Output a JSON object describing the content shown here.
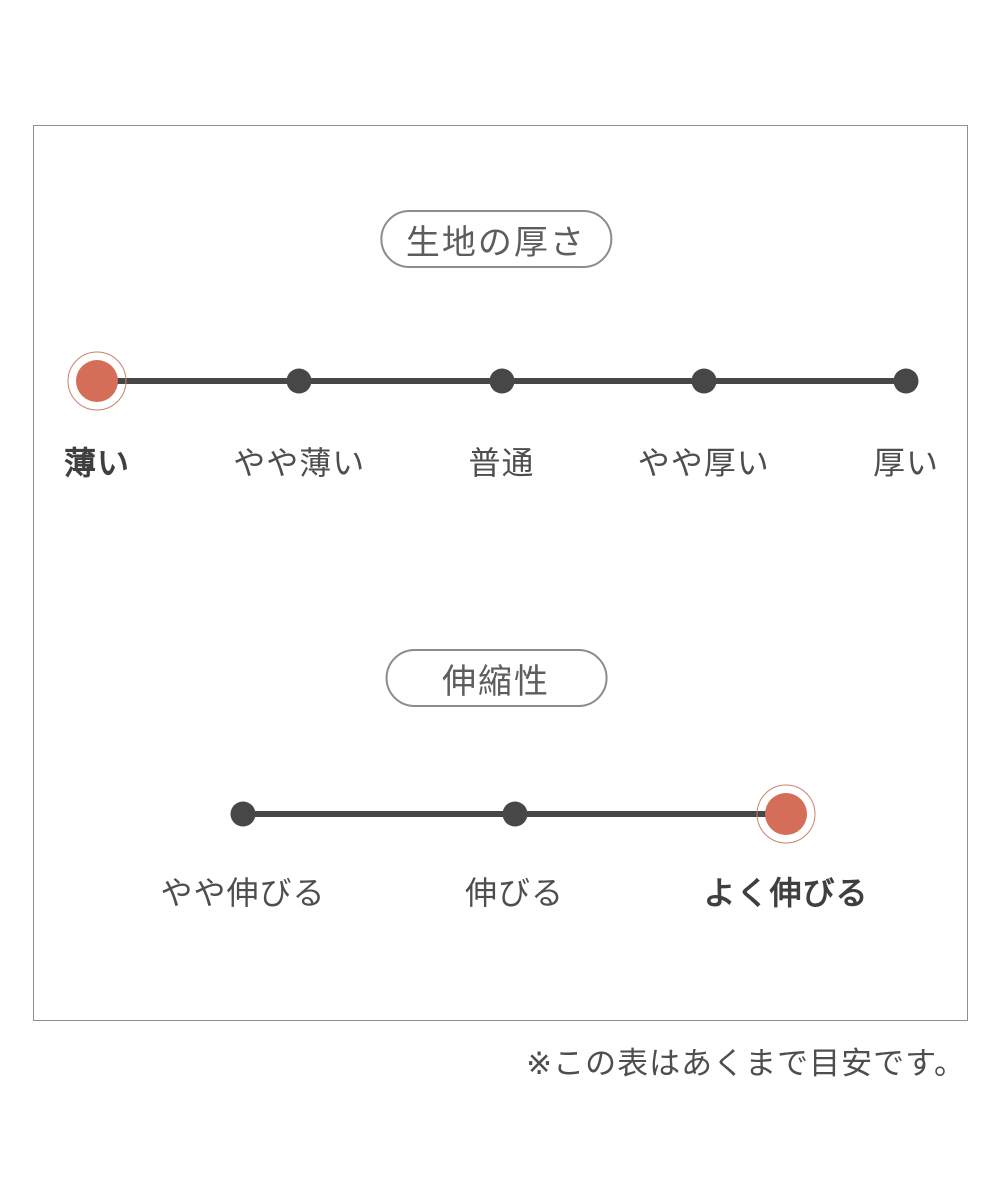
{
  "colors": {
    "accent": "#d56e58",
    "accent_ring": "#c9826e",
    "track": "#474747",
    "text": "#4e4e4e",
    "pill_text": "#5d5d5d",
    "pill_border": "#8c8c8c",
    "frame_border": "#8f8f8f"
  },
  "footer": {
    "note": "※この表はあくまで目安です。"
  },
  "chart_data": [
    {
      "type": "rating-scale",
      "title": "生地の厚さ",
      "categories": [
        "薄い",
        "やや薄い",
        "普通",
        "やや厚い",
        "厚い"
      ],
      "selected_index": 0,
      "selected_label": "薄い"
    },
    {
      "type": "rating-scale",
      "title": "伸縮性",
      "categories": [
        "やや伸びる",
        "伸びる",
        "よく伸びる"
      ],
      "selected_index": 2,
      "selected_label": "よく伸びる"
    }
  ]
}
